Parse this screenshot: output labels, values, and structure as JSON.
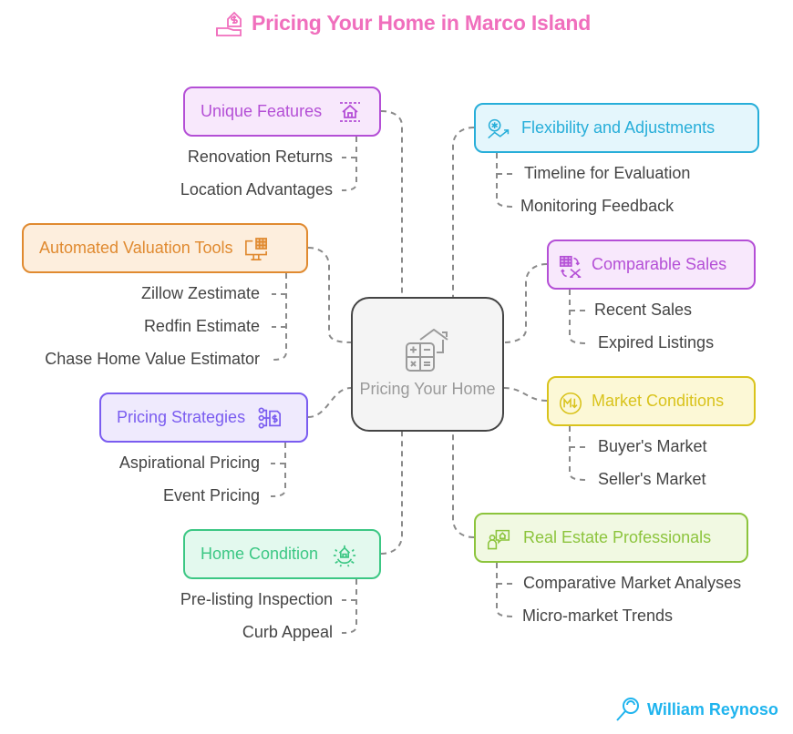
{
  "title": "Pricing Your Home in Marco Island",
  "center": {
    "label": "Pricing Your Home",
    "icon": "calculator-house-icon"
  },
  "branches": {
    "unique_features": {
      "label": "Unique Features",
      "icon": "house-frame-icon",
      "color": "#b44fd6",
      "bg": "#f8e8fc",
      "items": [
        "Renovation Returns",
        "Location Advantages"
      ]
    },
    "automated_valuation": {
      "label": "Automated Valuation Tools",
      "icon": "monitor-calculator-icon",
      "color": "#e08a30",
      "bg": "#fdeedd",
      "items": [
        "Zillow Zestimate",
        "Redfin Estimate",
        "Chase Home Value Estimator"
      ]
    },
    "pricing_strategies": {
      "label": "Pricing Strategies",
      "icon": "flow-dollar-icon",
      "color": "#7a5cf0",
      "bg": "#efeafd",
      "items": [
        "Aspirational Pricing",
        "Event Pricing"
      ]
    },
    "home_condition": {
      "label": "Home Condition",
      "icon": "house-gear-icon",
      "color": "#3cc784",
      "bg": "#e3f9ee",
      "items": [
        "Pre-listing Inspection",
        "Curb Appeal"
      ]
    },
    "flexibility": {
      "label": "Flexibility and Adjustments",
      "icon": "adjust-trend-icon",
      "color": "#27aed9",
      "bg": "#e4f6fc",
      "items": [
        "Timeline for Evaluation",
        "Monitoring Feedback"
      ]
    },
    "comparable_sales": {
      "label": "Comparable Sales",
      "icon": "spreadsheet-exchange-icon",
      "color": "#b44fd6",
      "bg": "#f8e8fc",
      "items": [
        "Recent Sales",
        "Expired Listings"
      ]
    },
    "market_conditions": {
      "label": "Market Conditions",
      "icon": "market-down-icon",
      "color": "#d9c31c",
      "bg": "#fcf8d6",
      "items": [
        "Buyer's Market",
        "Seller's Market"
      ]
    },
    "real_estate_pros": {
      "label": "Real Estate Professionals",
      "icon": "agent-house-icon",
      "color": "#8cc43c",
      "bg": "#f1f9e2",
      "items": [
        "Comparative Market Analyses",
        "Micro-market Trends"
      ]
    }
  },
  "footer": {
    "author": "William Reynoso",
    "icon": "magnifier-icon"
  }
}
